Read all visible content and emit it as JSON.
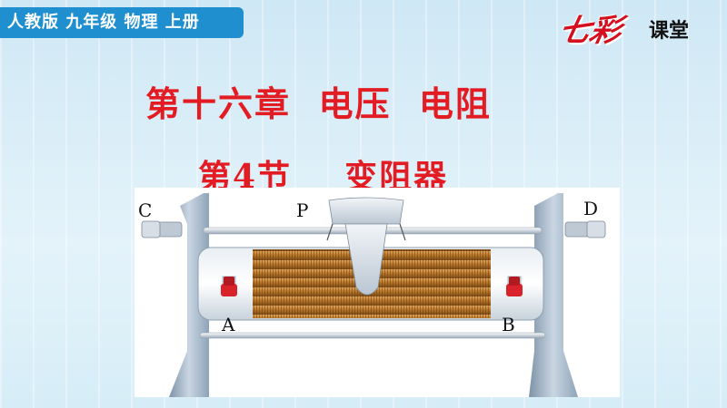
{
  "header": {
    "tag": "人教版  九年级  物理  上册",
    "brand_script": "七彩",
    "brand_rest": "课堂"
  },
  "title": {
    "chapter": "第十六章  电压  电阻",
    "section": "第4节    变阻器"
  },
  "figure": {
    "labels": {
      "C": "C",
      "P": "P",
      "D": "D",
      "A": "A",
      "B": "B"
    },
    "colors": {
      "coil": "#b8762a",
      "frame": "#9fb3c6",
      "terminal": "#d8232a"
    }
  }
}
